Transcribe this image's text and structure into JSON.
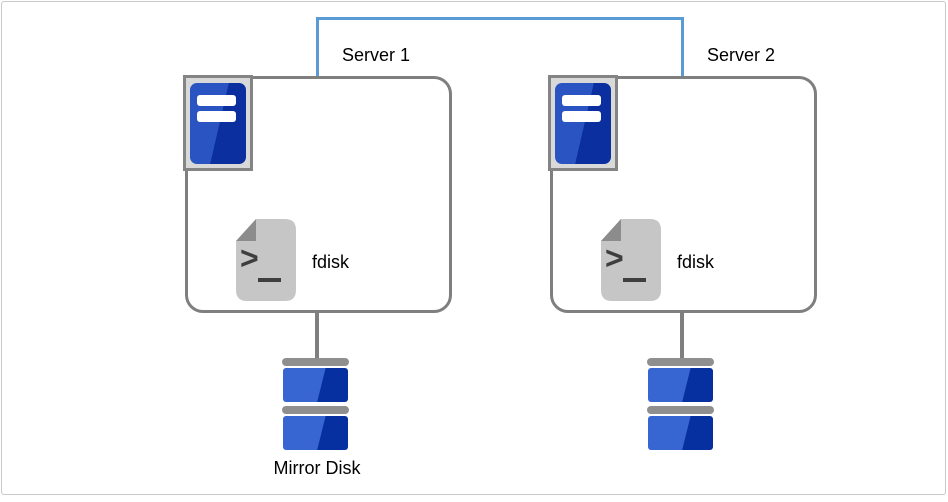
{
  "canvas": {
    "background": "#ffffff",
    "frame_color": "#c9c9c9"
  },
  "link": {
    "name": "server-interconnect-line",
    "color": "#5b9bd5"
  },
  "servers": [
    {
      "label": "Server 1",
      "tool_label": "fdisk",
      "icons": [
        "server-tower-icon",
        "terminal-script-icon"
      ]
    },
    {
      "label": "Server 2",
      "tool_label": "fdisk",
      "icons": [
        "server-tower-icon",
        "terminal-script-icon"
      ]
    }
  ],
  "terminal_glyph": {
    "chevron": ">",
    "underscore": "_"
  },
  "disks": [
    {
      "label": "Mirror Disk",
      "attached_to": "Server 1"
    },
    {
      "label": "",
      "attached_to": "Server 2"
    }
  ],
  "colors": {
    "frame": "#c9c9c9",
    "link-blue": "#5b9bd5",
    "box-border": "#7f7f7f",
    "badge-fill": "#d9d9d9",
    "badge-border": "#848484",
    "tower-light": "#2a54c2",
    "tower-dark": "#0b2f9e",
    "doc-body": "#c6c6c6",
    "doc-fold": "#8c8c8c",
    "glyph-dark": "#3e3e3e",
    "disk-light": "#3766d2",
    "disk-dark": "#06309f",
    "disk-cap": "#8f8f8f",
    "stem-gray": "#7f7f7f"
  }
}
